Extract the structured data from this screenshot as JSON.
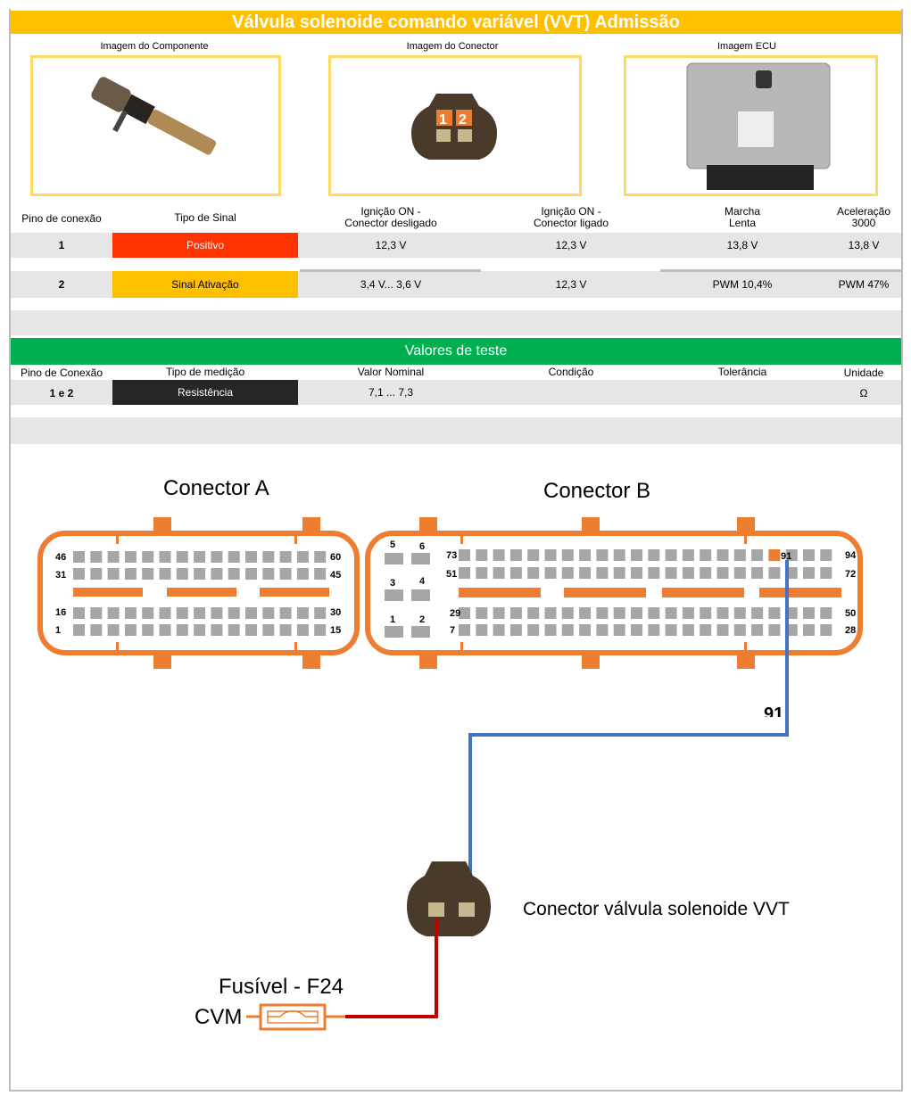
{
  "title": "Válvula solenoide comando variável (VVT) Admissão",
  "images": {
    "component": "Imagem do Componente",
    "connector": "Imagem do Conector",
    "ecu": "Imagem ECU"
  },
  "signals": {
    "headers": [
      "Pino de conexão",
      "Tipo de Sinal",
      "Ignição ON -\nConector desligado",
      "Ignição ON -\nConector ligado",
      "Marcha\nLenta",
      "Aceleração\n3000"
    ],
    "rows": [
      {
        "pin": "1",
        "type": "Positivo",
        "color": "#ff3300",
        "v1": "12,3 V",
        "v2": "12,3 V",
        "v3": "13,8 V",
        "v4": "13,8 V"
      },
      {
        "pin": "2",
        "type": "Sinal Ativação",
        "color": "#ffc000",
        "v1": "3,4 V... 3,6 V",
        "v2": "12,3 V",
        "v3": "PWM 10,4%",
        "v4": "PWM  47%"
      }
    ]
  },
  "test": {
    "title": "Valores de teste",
    "headers": [
      "Pino de Conexão",
      "Tipo de medição",
      "Valor Nominal",
      "Condição",
      "Tolerância",
      "Unidade"
    ],
    "row": {
      "pin": "1 e 2",
      "type": "Resistência",
      "nominal": "7,1 ... 7,3",
      "cond": "",
      "tol": "",
      "unit": "Ω"
    }
  },
  "diagram": {
    "conn_a": "Conector A",
    "conn_b": "Conector B",
    "a_labels": [
      "46",
      "60",
      "31",
      "45",
      "16",
      "30",
      "1",
      "15"
    ],
    "b_labels": [
      "73",
      "94",
      "51",
      "72",
      "29",
      "50",
      "7",
      "28",
      "5",
      "6",
      "3",
      "4",
      "1",
      "2"
    ],
    "pin_highlight": "91",
    "pin_cut": "91",
    "component_conn": "Conector válvula solenoide VVT",
    "fuse": "Fusível - F24",
    "supply": "CVM",
    "connector_pins": "1 2",
    "colors": {
      "orange": "#ed7d31",
      "pin": "#a6a6a6",
      "blue": "#4472c4",
      "red": "#c00000"
    }
  }
}
